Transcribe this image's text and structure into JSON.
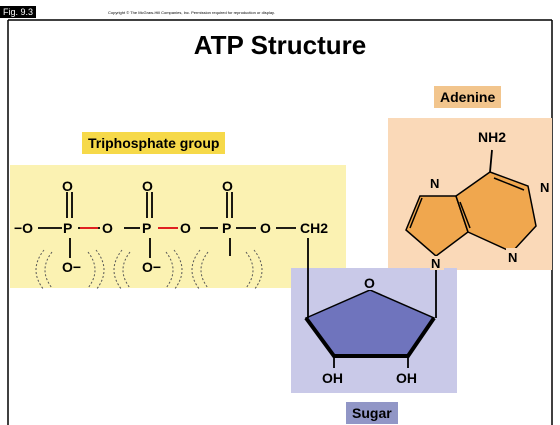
{
  "figure": {
    "tag": "Fig. 9.3",
    "copyright": "Copyright © The McGraw-Hill Companies, Inc. Permission required for reproduction or display.",
    "title": "ATP Structure"
  },
  "labels": {
    "triphosphate": "Triphosphate group",
    "adenine": "Adenine",
    "sugar": "Sugar"
  },
  "atoms": {
    "o_top": "O",
    "o_minus_left": "−O",
    "p": "P",
    "o": "O",
    "o_minus": "O−",
    "ch2": "CH2",
    "ring_o": "O",
    "oh": "OH",
    "n": "N",
    "nh2": "NH2"
  },
  "colors": {
    "triphosphate_bg": "#fbf2b2",
    "adenine_bg": "#fad9b8",
    "adenine_ring": "#f0a74e",
    "sugar_bg": "#c9c9e8",
    "sugar_ring": "#6f74bd",
    "bond_red": "#e02020"
  }
}
